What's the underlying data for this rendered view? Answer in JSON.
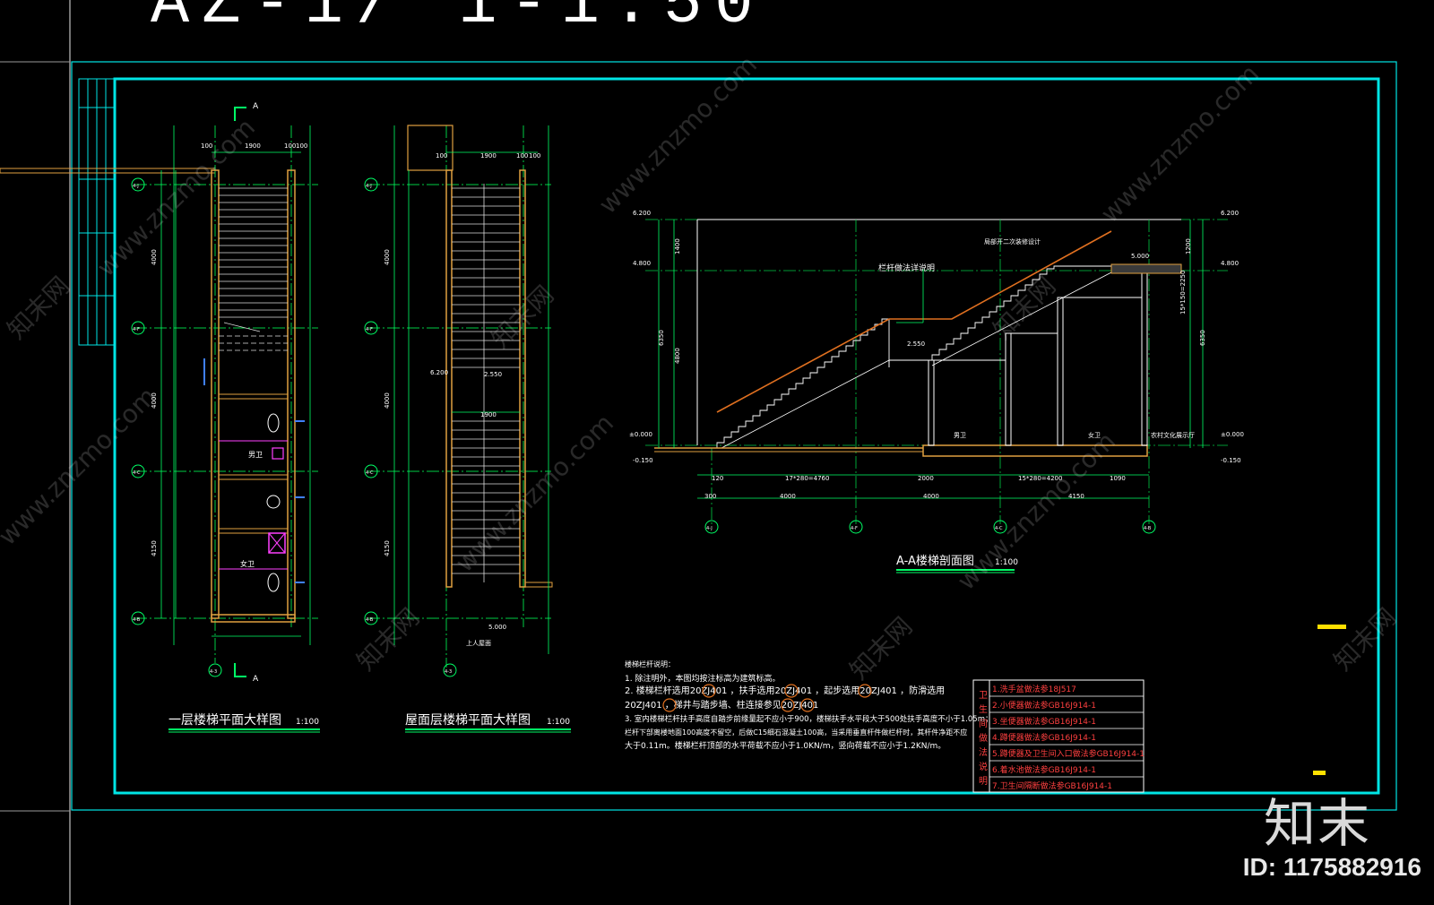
{
  "colors": {
    "frame": "#00e5e5",
    "grid": "#00cc44",
    "wall": "#e0a040",
    "rail": "#e07020",
    "dim": "#00ff66",
    "text": "#ffffff",
    "red": "#ff4040",
    "magenta": "#ff40ff",
    "blue": "#4080ff",
    "yellow": "#ffe000"
  },
  "header": {
    "partial_title": "AZ-1/ 1-1:50"
  },
  "drawings": {
    "plan1": {
      "title": "一层楼梯平面大样图",
      "scale": "1:100",
      "section_mark": "A",
      "axis_labels": [
        "4-J",
        "4-F",
        "4-C",
        "4-B",
        "4-3"
      ],
      "dims_top": [
        "100",
        "1900",
        "100",
        "100"
      ],
      "dims_left": [
        "4000",
        "4000",
        "4150"
      ],
      "room_male": "男卫",
      "room_female": "女卫"
    },
    "plan2": {
      "title": "屋面层楼梯平面大样图",
      "scale": "1:100",
      "axis_labels": [
        "4-J",
        "4-F",
        "4-C",
        "4-B",
        "4-3"
      ],
      "dims_top": [
        "100",
        "1900",
        "100",
        "100"
      ],
      "dims_left": [
        "4000",
        "4000",
        "4150"
      ],
      "level_mid": "6.200",
      "level_bottom": "5.000",
      "roof_note": "上人屋面",
      "dim_1900": "1900",
      "dim_2550": "2.550"
    },
    "section": {
      "title": "A-A楼梯剖面图",
      "scale": "1:100",
      "levels_left": [
        "6.200",
        "4.800",
        "±0.000",
        "-0.150"
      ],
      "levels_right": [
        "6.200",
        "4.800",
        "±0.000",
        "-0.150"
      ],
      "mid_level": "2.550",
      "roof_level": "5.000",
      "rail_note": "栏杆做法详说明",
      "top_note": "局部开二次装修设计",
      "room_male": "男卫",
      "room_female": "女卫",
      "room_right": "农村文化展示厅",
      "dims_bottom_1": [
        "120",
        "17*280=4760",
        "2000",
        "15*280=4200",
        "1090"
      ],
      "dims_bottom_2": [
        "300",
        "4000",
        "4000",
        "4150"
      ],
      "dims_left": [
        "1400",
        "4800",
        "6350"
      ],
      "dims_right": [
        "1200",
        "15*150=2250",
        "6350"
      ],
      "axis_labels": [
        "4-J",
        "4-F",
        "4-C",
        "4-B"
      ]
    }
  },
  "notes": {
    "heading": "楼梯栏杆说明：",
    "lines": [
      "1. 除注明外，本图均按注标高为建筑标高。",
      "2. 楼梯栏杆选用20ZJ401 ，扶手选用20ZJ401 ，起步选用20ZJ401 ，防滑选用",
      "20ZJ401 ，梯井与踏步墙、柱连接参见20ZJ401",
      "3. 室内楼梯栏杆扶手高度自踏步前缘量起不应小于900，楼梯扶手水平段大于500处扶手高度不小于1.05m；",
      "栏杆下部离楼地面100高度不留空，后做C15细石混凝土100高，当采用垂直杆件做栏杆时，其杆件净距不应",
      "大于0.11m。楼梯栏杆顶部的水平荷载不应小于1.0KN/m，竖向荷载不应小于1.2KN/m。"
    ]
  },
  "table": {
    "side_label": "卫生间做法说明",
    "rows": [
      "1.洗手盆做法参18J517",
      "2.小便器做法参GB16J914-1",
      "3.坐便器做法参GB16J914-1",
      "4.蹲便器做法参GB16J914-1",
      "5.蹲便器及卫生间入口做法参GB16J914-1",
      "6.着水池做法参GB16J914-1",
      "7.卫生间隔断做法参GB16J914-1"
    ]
  },
  "watermarks": [
    "www.znzmo.com",
    "知末网"
  ],
  "brand": "知末",
  "image_id": "ID: 1175882916"
}
